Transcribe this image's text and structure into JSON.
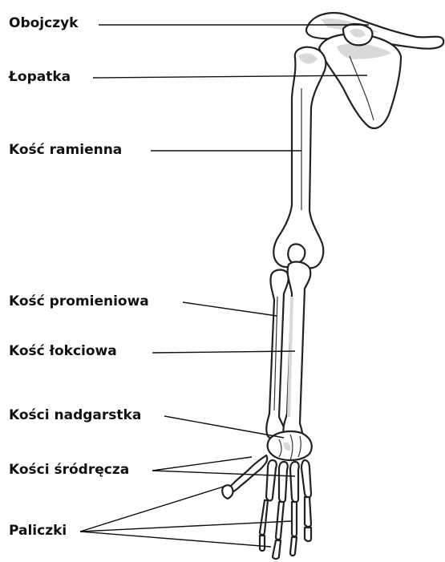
{
  "labels": {
    "clavicle": "Obojczyk",
    "scapula": "Łopatka",
    "humerus": "Kość ramienna",
    "radius": "Kość promieniowa",
    "ulna": "Kość łokciowa",
    "carpals": "Kości nadgarstka",
    "metacarpals": "Kości śródręcza",
    "phalanges": "Paliczki"
  },
  "colors": {
    "bone_fill": "#ffffff",
    "bone_outline": "#222222",
    "shading": "#d9d9d9",
    "text": "#111111"
  }
}
